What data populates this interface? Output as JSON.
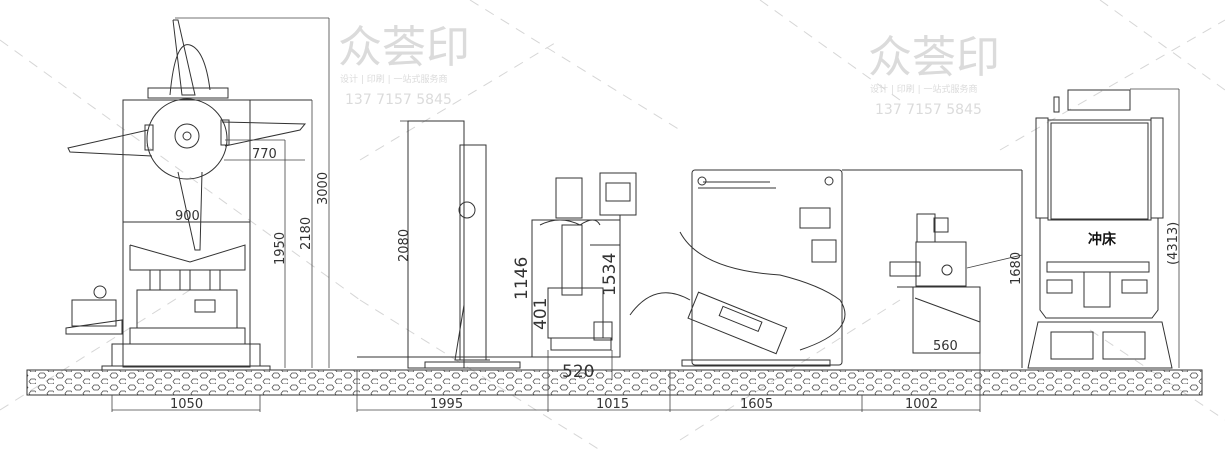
{
  "drawing": {
    "machines": {
      "decoiler": {
        "dims": {
          "width": "1050",
          "arm": "770",
          "frame": "900",
          "h1": "1950",
          "h2": "2180",
          "h3": "3000"
        }
      },
      "straightener_stand": {
        "dims": {
          "width": "1995",
          "height": "2080"
        }
      },
      "feeder_unit": {
        "dims": {
          "width": "1015",
          "h1": "1146",
          "h2": "401",
          "h3": "1534",
          "base": "520"
        }
      },
      "leveler": {
        "dims": {
          "width": "1605"
        }
      },
      "servo_feeder": {
        "dims": {
          "width": "1002",
          "base": "560",
          "height": "1680"
        }
      },
      "press": {
        "label": "冲床",
        "dims": {
          "height": "(4313)"
        }
      }
    },
    "watermark": {
      "logo": "众荟印",
      "slogan": "设计 | 印刷 | 一站式服务商",
      "phone": "137 7157 5845"
    }
  }
}
